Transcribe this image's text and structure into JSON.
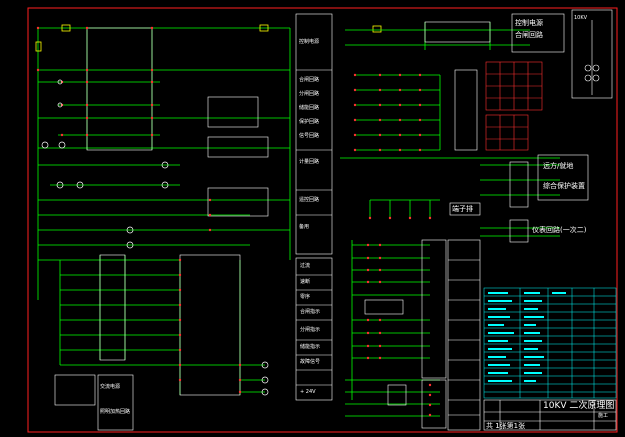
{
  "labels": {
    "sheet_title": "10KV 二次原理图",
    "sheet_no": "共 1张第1张",
    "design": "施工",
    "legend_top_right": "10KV",
    "ctrl_1": "控制电源",
    "ctrl_2": "合闸回路",
    "ctrl_3": "分闸回路",
    "ctrl_4": "储能回路",
    "ctrl_5": "保护回路",
    "ctrl_6": "信号回路",
    "ctrl_7": "计量回路",
    "ctrl_8": "遥控回路",
    "ctrl_9": "备用",
    "mid_1": "过流",
    "mid_2": "速断",
    "mid_3": "零序",
    "mid_4": "合闸指示",
    "mid_5": "分闸指示",
    "mid_6": "储能指示",
    "mid_7": "故障信号",
    "mid_8": "+ 24V",
    "box_right_1": "远方/就地",
    "box_right_2": "综合保护装置",
    "box_right_3": "仪表回路(一次二)",
    "box_mid": "端子排",
    "box_bl_1": "交流电源",
    "box_bl_2": "照明加热回路"
  },
  "colors": {
    "wire": "#00ff00",
    "text": "#ffffff",
    "terminal": "#ff3030",
    "symbol": "#ffff00",
    "table": "#00ffff",
    "frame": "#ff2020"
  }
}
